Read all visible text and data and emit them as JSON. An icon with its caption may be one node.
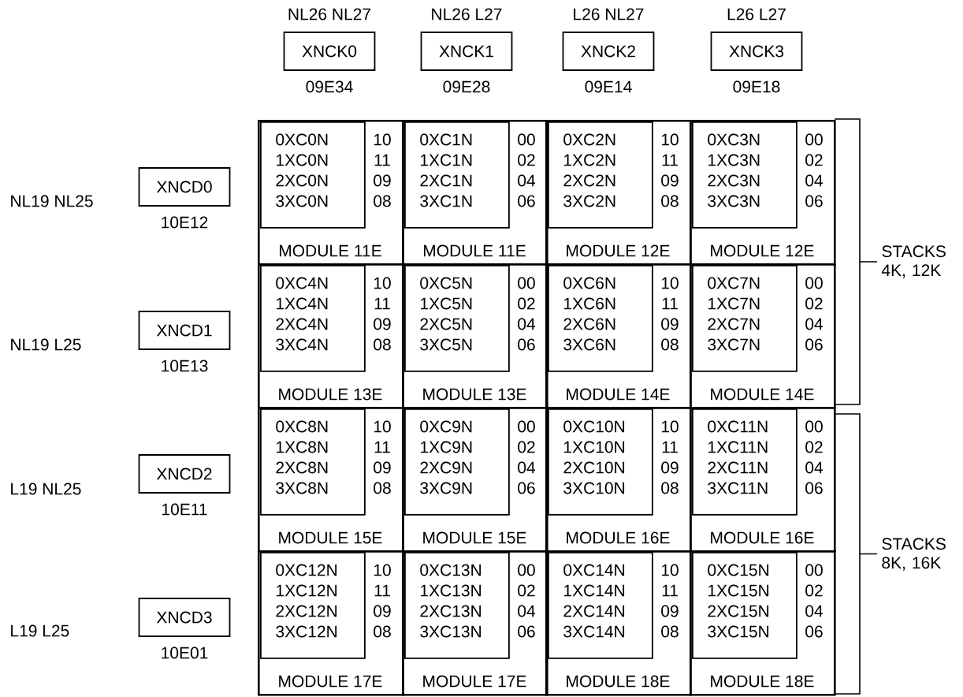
{
  "diagram": {
    "nodes": [
      {
        "text": [
          "XNCK0"
        ],
        "beside": [
          "NL26 NL27",
          "09E34"
        ]
      },
      {
        "text": [
          "XNCK1"
        ],
        "beside": [
          "NL26 L27",
          "09E28"
        ]
      },
      {
        "text": [
          "XNCK2"
        ],
        "beside": [
          "L26 NL27",
          "09E14"
        ]
      },
      {
        "text": [
          "XNCK3"
        ],
        "beside": [
          "L26 L27",
          "09E18"
        ]
      },
      {
        "text": [
          "XNCD0"
        ],
        "beside": [
          "10E12"
        ]
      },
      {
        "text": [
          "10",
          "11",
          "09",
          "08",
          "MODULE 11E"
        ]
      },
      {
        "text": [
          "0XC0N",
          "1XC0N",
          "2XC0N",
          "3XC0N"
        ],
        "in": 5
      },
      {
        "text": [
          "00",
          "02",
          "04",
          "06",
          "MODULE 11E"
        ]
      },
      {
        "text": [
          "0XC1N",
          "1XC1N",
          "2XC1N",
          "3XC1N"
        ],
        "in": 7
      },
      {
        "text": [
          "10",
          "11",
          "09",
          "08",
          "MODULE 12E"
        ]
      },
      {
        "text": [
          "0XC2N",
          "1XC2N",
          "2XC2N",
          "3XC2N"
        ],
        "in": 9
      },
      {
        "text": [
          "00",
          "02",
          "04",
          "06",
          "MODULE 12E"
        ]
      },
      {
        "text": [
          "0XC3N",
          "1XC3N",
          "2XC3N",
          "3XC3N"
        ],
        "in": 11
      },
      {
        "text": [
          "XNCD1"
        ],
        "beside": [
          "10E13"
        ]
      },
      {
        "text": [
          "10",
          "11",
          "09",
          "08",
          "MODULE 13E"
        ]
      },
      {
        "text": [
          "0XC4N",
          "1XC4N",
          "2XC4N",
          "3XC4N"
        ],
        "in": 14
      },
      {
        "text": [
          "00",
          "02",
          "04",
          "06",
          "MODULE 13E"
        ]
      },
      {
        "text": [
          "0XC5N",
          "1XC5N",
          "2XC5N",
          "3XC5N"
        ],
        "in": 16
      },
      {
        "text": [
          "10",
          "11",
          "09",
          "08",
          "MODULE 14E"
        ]
      },
      {
        "text": [
          "0XC6N",
          "1XC6N",
          "2XC6N",
          "3XC6N"
        ],
        "in": 18
      },
      {
        "text": [
          "00",
          "02",
          "04",
          "06",
          "MODULE 14E"
        ]
      },
      {
        "text": [
          "0XC7N",
          "1XC7N",
          "2XC7N",
          "3XC7N"
        ],
        "in": 20
      },
      {
        "text": [
          "XNCD2"
        ],
        "beside": [
          "10E11"
        ]
      },
      {
        "text": [
          "10",
          "11",
          "09",
          "08",
          "MODULE 15E"
        ]
      },
      {
        "text": [
          "0XC8N",
          "1XC8N",
          "2XC8N",
          "3XC8N"
        ],
        "in": 23
      },
      {
        "text": [
          "00",
          "02",
          "04",
          "06",
          "MODULE 15E"
        ]
      },
      {
        "text": [
          "0XC9N",
          "1XC9N",
          "2XC9N",
          "3XC9N"
        ],
        "in": 25
      },
      {
        "text": [
          "10",
          "11",
          "09",
          "08",
          "MODULE 16E"
        ]
      },
      {
        "text": [
          "0XC10N",
          "1XC10N",
          "2XC10N",
          "3XC10N"
        ],
        "in": 27
      },
      {
        "text": [
          "00",
          "02",
          "04",
          "06",
          "MODULE 16E"
        ]
      },
      {
        "text": [
          "0XC11N",
          "1XC11N",
          "2XC11N",
          "3XC11N"
        ],
        "in": 29
      },
      {
        "text": [
          "XNCD3"
        ],
        "beside": [
          "10E01"
        ]
      },
      {
        "text": [
          "10",
          "11",
          "09",
          "08",
          "MODULE 17E"
        ]
      },
      {
        "text": [
          "0XC12N",
          "1XC12N",
          "2XC12N",
          "3XC12N"
        ],
        "in": 32
      },
      {
        "text": [
          "00",
          "02",
          "04",
          "06",
          "MODULE 17E"
        ]
      },
      {
        "text": [
          "0XC13N",
          "1XC13N",
          "2XC13N",
          "3XC13N"
        ],
        "in": 34
      },
      {
        "text": [
          "10",
          "11",
          "09",
          "08",
          "MODULE 18E"
        ]
      },
      {
        "text": [
          "0XC14N",
          "1XC14N",
          "2XC14N",
          "3XC14N"
        ],
        "in": 36
      },
      {
        "text": [
          "00",
          "02",
          "04",
          "06",
          "MODULE 18E"
        ]
      },
      {
        "text": [
          "0XC15N",
          "1XC15N",
          "2XC15N",
          "3XC15N"
        ],
        "in": 38
      }
    ],
    "labels": [
      "NL19 NL25",
      "STACKS 4K, 12K",
      "NL19 L25",
      "L19 NL25",
      "STACKS 8K, 16K",
      "L19 L25"
    ]
  }
}
